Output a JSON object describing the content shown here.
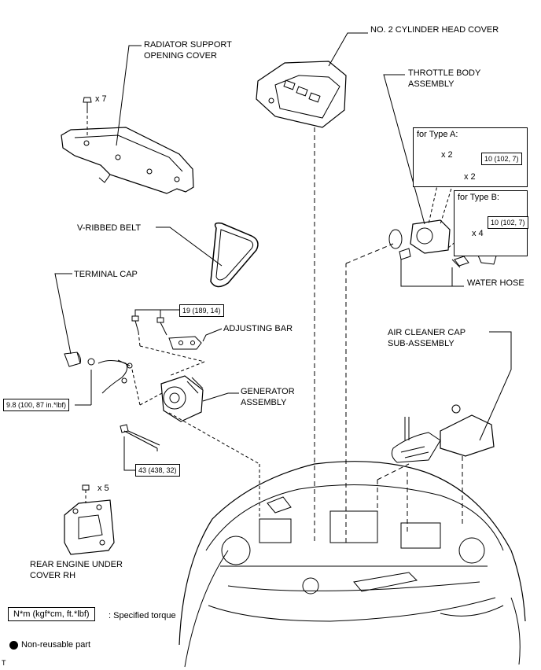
{
  "labels": {
    "radiator_cover": [
      "RADIATOR SUPPORT",
      "OPENING COVER"
    ],
    "cyl_head_cover": "NO. 2 CYLINDER HEAD COVER",
    "throttle_body": [
      "THROTTLE BODY",
      "ASSEMBLY"
    ],
    "type_a": "for Type A:",
    "type_b": "for Type B:",
    "v_belt": "V-RIBBED BELT",
    "terminal_cap": "TERMINAL CAP",
    "adjusting_bar": "ADJUSTING BAR",
    "generator": [
      "GENERATOR",
      "ASSEMBLY"
    ],
    "water_hose": "WATER HOSE",
    "air_cleaner": [
      "AIR CLEANER CAP",
      "SUB-ASSEMBLY"
    ],
    "rear_cover": [
      "REAR ENGINE UNDER",
      "COVER RH"
    ]
  },
  "quantities": {
    "x7": "x 7",
    "x2a": "x 2",
    "x2b": "x 2",
    "x4": "x 4",
    "x5": "x 5"
  },
  "torques": {
    "type_a": "10 (102, 7)",
    "type_b": "10 (102, 7)",
    "adjusting": "19 (189, 14)",
    "terminal": "9.8 (100, 87 in.*lbf)",
    "generator_bolt": "43 (438, 32)"
  },
  "legend": {
    "unit": "N*m (kgf*cm, ft.*lbf)",
    "specified": ": Specified torque",
    "non_reusable": "Non-reusable part"
  },
  "corner_mark": "T"
}
